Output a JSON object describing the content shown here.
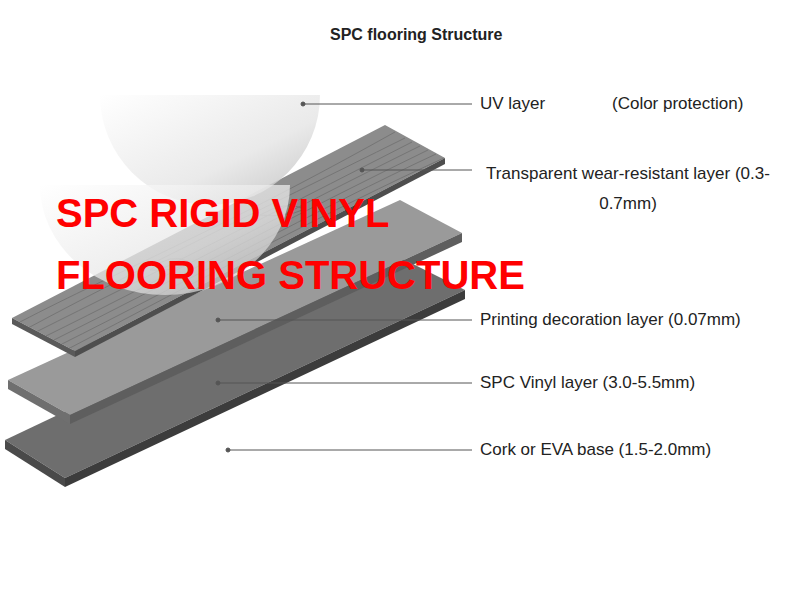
{
  "diagram": {
    "title": "SPC flooring Structure",
    "labels": [
      "UV layer",
      "(Color protection)",
      "Transparent wear-resistant layer (0.3-0.7mm)",
      "Printing decoration layer (0.07mm)",
      "SPC Vinyl layer (3.0-5.5mm)",
      "Cork or EVA base (1.5-2.0mm)",
      "SPC RIGID VINYL FLOORING STRUCTURE"
    ]
  }
}
